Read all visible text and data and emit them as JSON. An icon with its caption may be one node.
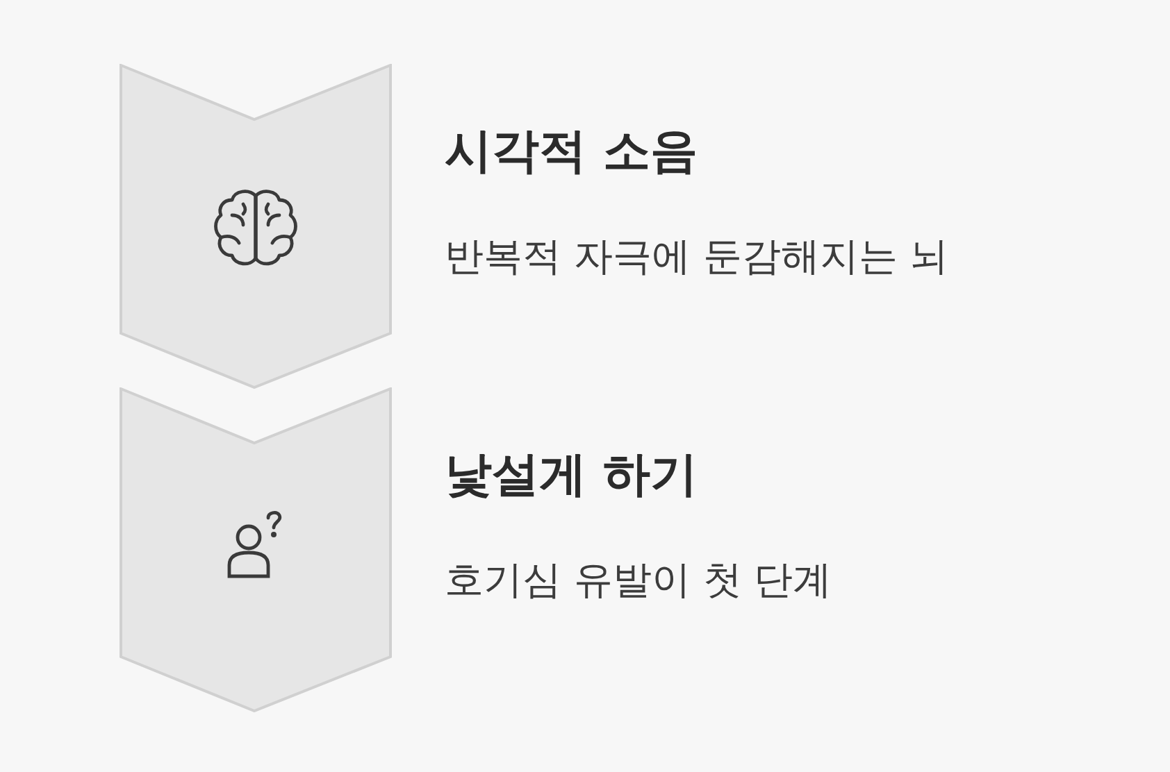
{
  "diagram": {
    "nodes": [
      {
        "text": [],
        "shape": "chevron",
        "beside": [
          "시각적 소음",
          "반복적 자극에 둔감해지는 뇌"
        ]
      },
      {
        "text": [],
        "shape": "chevron",
        "beside": [
          "낯설게 하기",
          "호기심 유발이 첫 단계"
        ]
      }
    ]
  }
}
